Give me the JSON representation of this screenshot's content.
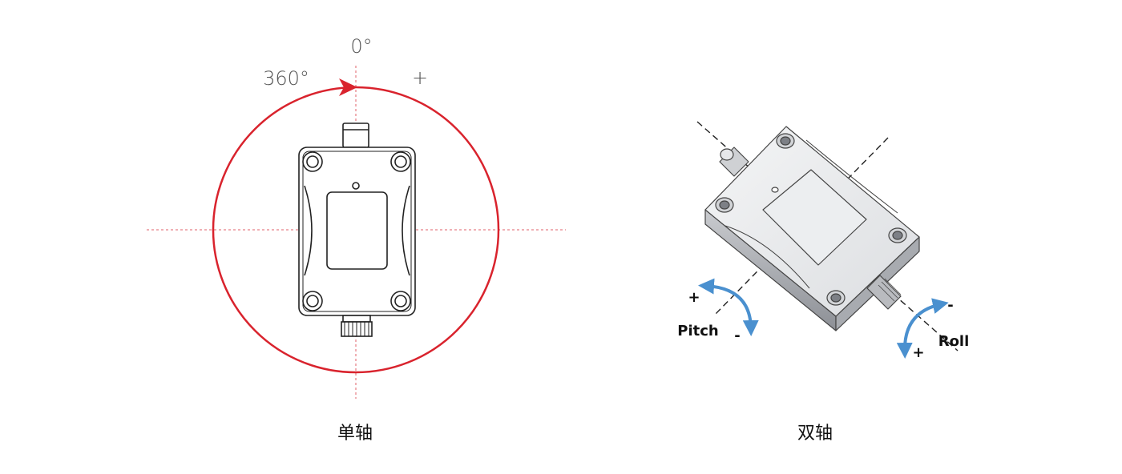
{
  "single_axis": {
    "caption": "单轴",
    "angle_zero_label": "0°",
    "angle_full_label": "360°",
    "direction_label": "+"
  },
  "dual_axis": {
    "caption": "双轴",
    "pitch": {
      "label": "Pitch",
      "plus": "+",
      "minus": "-"
    },
    "roll": {
      "label": "Roll",
      "plus": "+",
      "minus": "-"
    }
  },
  "colors": {
    "rotation_circle": "#d9232d",
    "guide_lines": "#e0606a",
    "arrow_blue": "#4a90cf",
    "device_outline": "#222222",
    "text_gray": "#555555",
    "text_dark": "#111111"
  }
}
